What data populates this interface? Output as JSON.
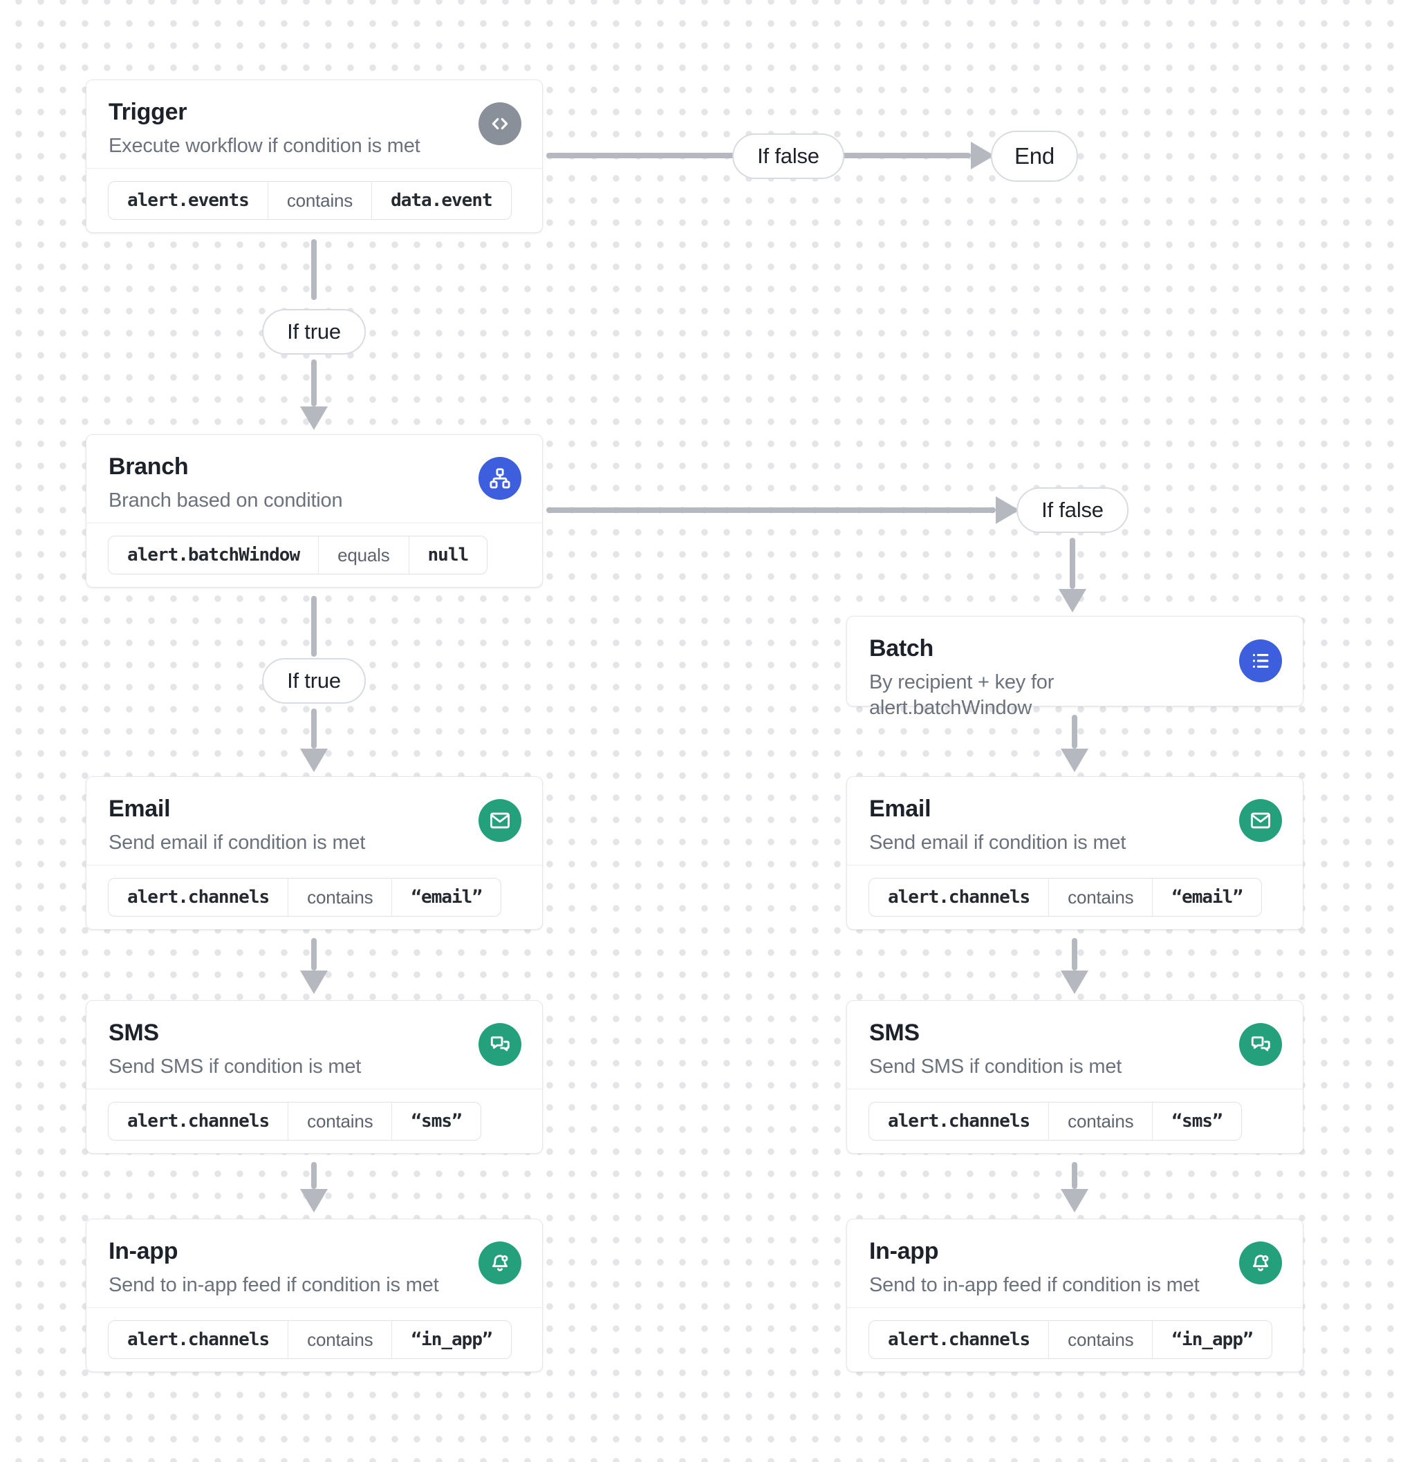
{
  "colors": {
    "accent_blue": "#3D5FDE",
    "accent_green": "#24A17C",
    "icon_gray": "#8A9099",
    "arrow_gray": "#B5B9BF",
    "card_border": "#E5E7EA",
    "dot_grid": "#E4E5E8"
  },
  "nodes": {
    "trigger": {
      "title": "Trigger",
      "subtitle": "Execute workflow if condition is met",
      "icon": "code-icon",
      "condition": {
        "field": "alert.events",
        "operator": "contains",
        "value": "data.event"
      }
    },
    "branch": {
      "title": "Branch",
      "subtitle": "Branch based on condition",
      "icon": "branch-icon",
      "condition": {
        "field": "alert.batchWindow",
        "operator": "equals",
        "value": "null"
      }
    },
    "batch": {
      "title": "Batch",
      "subtitle": "By recipient + key for alert.batchWindow",
      "icon": "list-icon"
    },
    "email_left": {
      "title": "Email",
      "subtitle": "Send email if condition is met",
      "icon": "email-icon",
      "condition": {
        "field": "alert.channels",
        "operator": "contains",
        "value": "“email”"
      }
    },
    "sms_left": {
      "title": "SMS",
      "subtitle": "Send SMS if condition is met",
      "icon": "sms-icon",
      "condition": {
        "field": "alert.channels",
        "operator": "contains",
        "value": "“sms”"
      }
    },
    "inapp_left": {
      "title": "In-app",
      "subtitle": "Send to in-app feed if condition is met",
      "icon": "bell-icon",
      "condition": {
        "field": "alert.channels",
        "operator": "contains",
        "value": "“in_app”"
      }
    },
    "email_right": {
      "title": "Email",
      "subtitle": "Send email if condition is met",
      "icon": "email-icon",
      "condition": {
        "field": "alert.channels",
        "operator": "contains",
        "value": "“email”"
      }
    },
    "sms_right": {
      "title": "SMS",
      "subtitle": "Send SMS if condition is met",
      "icon": "sms-icon",
      "condition": {
        "field": "alert.channels",
        "operator": "contains",
        "value": "“sms”"
      }
    },
    "inapp_right": {
      "title": "In-app",
      "subtitle": "Send to in-app feed if condition is met",
      "icon": "bell-icon",
      "condition": {
        "field": "alert.channels",
        "operator": "contains",
        "value": "“in_app”"
      }
    },
    "end": {
      "label": "End"
    }
  },
  "edge_labels": {
    "trigger_if_false": "If false",
    "trigger_if_true": "If true",
    "branch_if_false": "If false",
    "branch_if_true": "If true"
  }
}
